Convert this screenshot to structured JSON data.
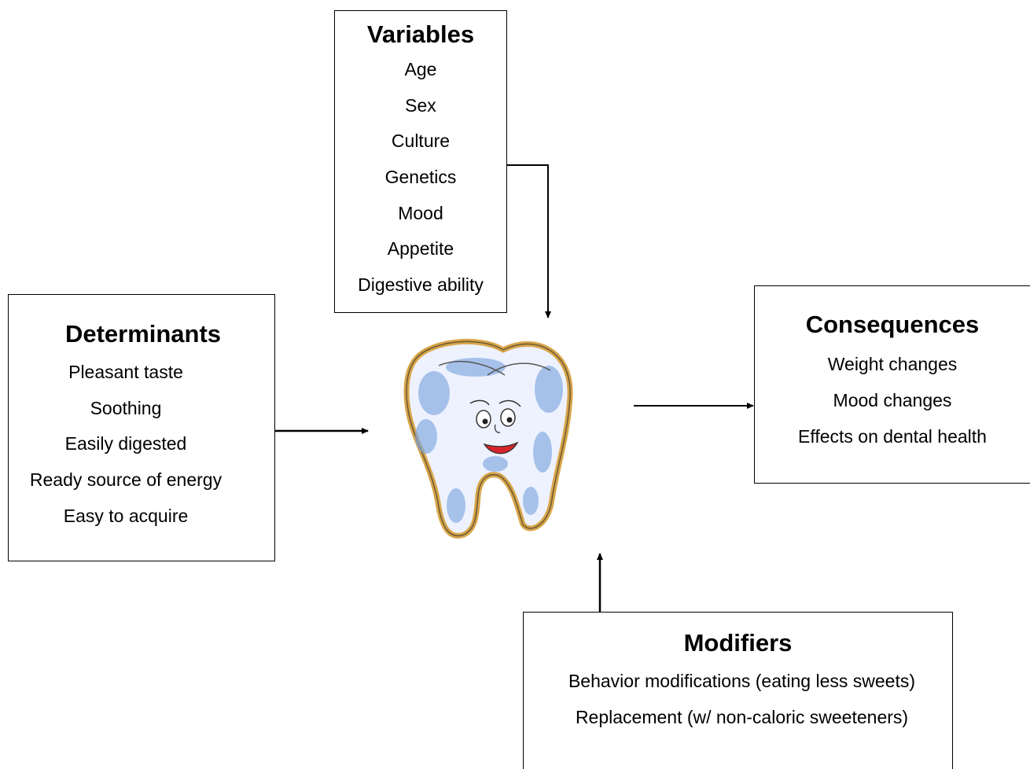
{
  "variables": {
    "title": "Variables",
    "items": [
      "Age",
      "Sex",
      "Culture",
      "Genetics",
      "Mood",
      "Appetite",
      "Digestive ability"
    ]
  },
  "determinants": {
    "title": "Determinants",
    "items": [
      "Pleasant taste",
      "Soothing",
      "Easily digested",
      "Ready source of energy",
      "Easy to acquire"
    ]
  },
  "consequences": {
    "title": "Consequences",
    "items": [
      "Weight changes",
      "Mood changes",
      "Effects on dental health"
    ]
  },
  "modifiers": {
    "title": "Modifiers",
    "items": [
      "Behavior modifications (eating less sweets)",
      "Replacement (w/ non-caloric sweeteners)"
    ]
  },
  "colors": {
    "line": "#000000",
    "tooth_outline": "#d8a54a",
    "tooth_shade": "#7fa8e0",
    "mouth": "#d9242b"
  }
}
